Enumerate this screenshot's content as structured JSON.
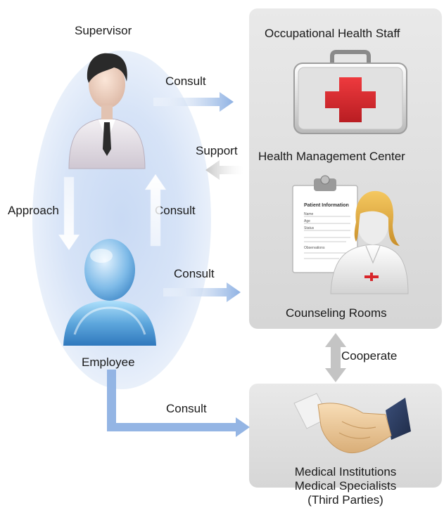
{
  "colors": {
    "arrow_blue": "#8eb1e3",
    "arrow_gray": "#c9c9c9",
    "panel_gray": "#dedede",
    "oval_blue": "#cddcf5",
    "cross_red": "#d8262b"
  },
  "icons": {
    "supervisor": "businessman-icon",
    "employee": "person-silhouette-icon",
    "health_staff": "first-aid-kit-icon",
    "health_center": "nurse-clipboard-icon",
    "medical": "handshake-icon"
  },
  "nodes": {
    "supervisor": "Supervisor",
    "employee": "Employee",
    "health_staff": "Occupational Health Staff",
    "health_center": "Health Management Center",
    "counseling": "Counseling Rooms",
    "medical_line1": "Medical Institutions",
    "medical_line2": "Medical Specialists",
    "medical_line3": "(Third Parties)"
  },
  "clipboard": {
    "heading": "Patient Information",
    "fields": [
      "Name",
      "Age",
      "Status"
    ],
    "section": "Observations"
  },
  "edges": {
    "supervisor_consult": "Consult",
    "support": "Support",
    "approach": "Approach",
    "employee_consult_up": "Consult",
    "employee_consult_right": "Consult",
    "cooperate": "Cooperate",
    "employee_consult_medical": "Consult"
  }
}
